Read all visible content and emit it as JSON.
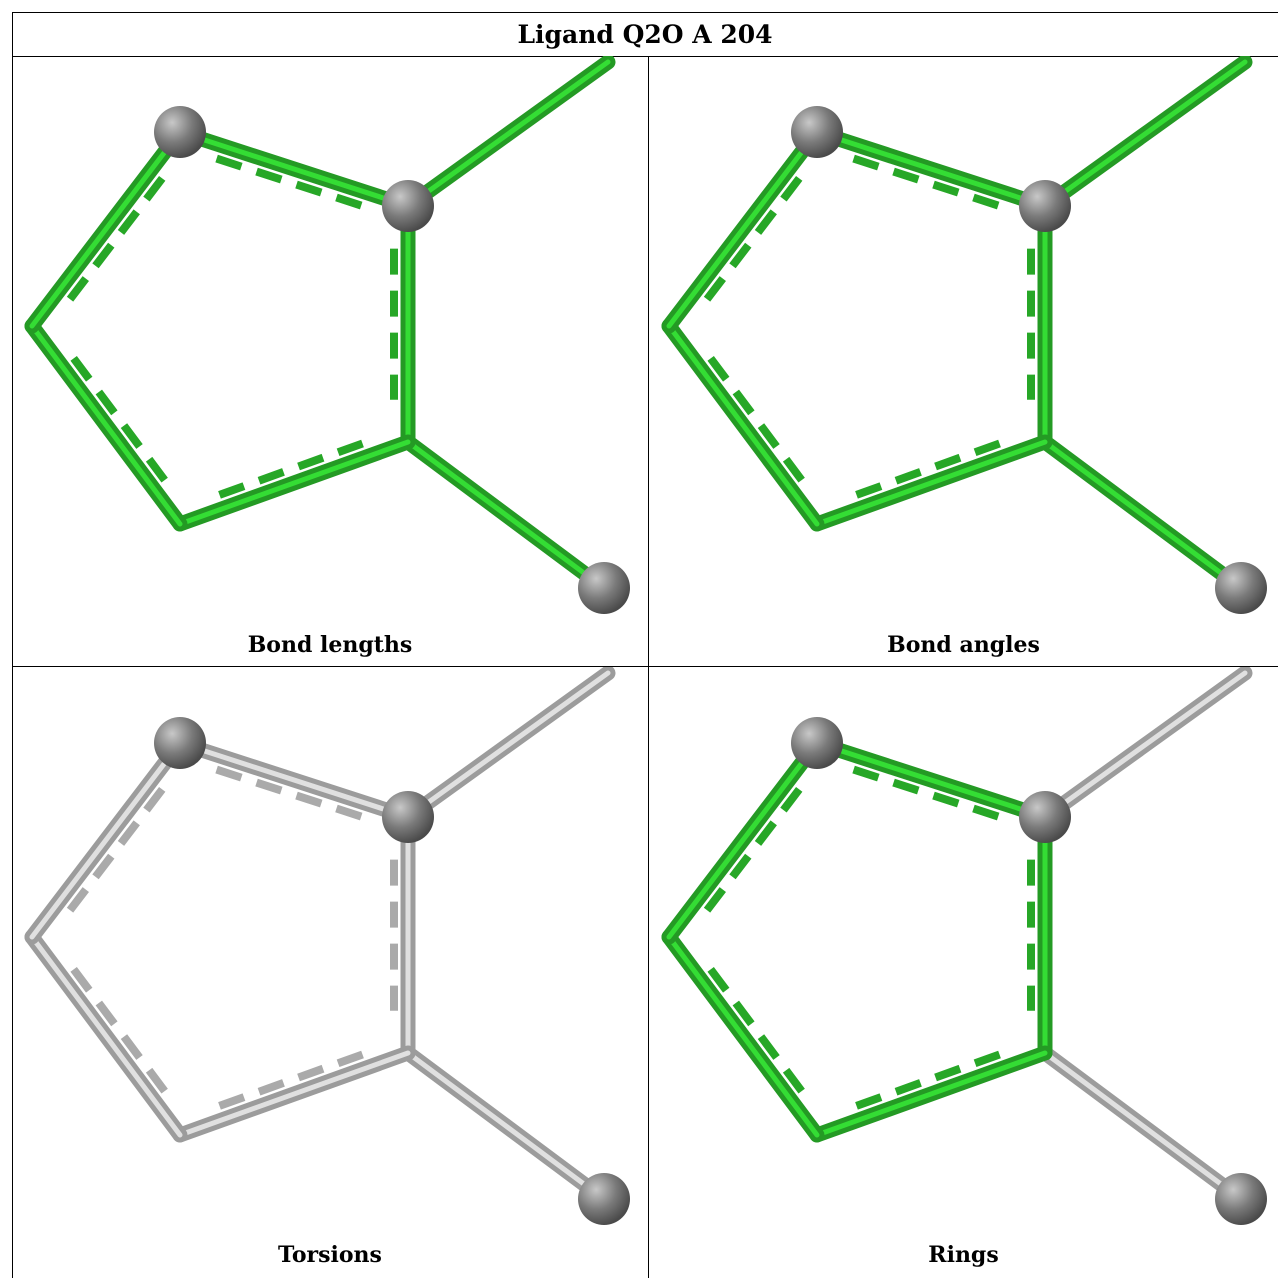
{
  "title": "Ligand Q2O A 204",
  "colors": {
    "good": "#2ec52e",
    "neutral": "#c8c8c8",
    "atom": "#7a7a7a",
    "border": "#000000"
  },
  "panels": [
    {
      "caption": "Bond lengths",
      "ring": "green",
      "substituents": "green",
      "dashes": "green"
    },
    {
      "caption": "Bond angles",
      "ring": "green",
      "substituents": "green",
      "dashes": "green"
    },
    {
      "caption": "Torsions",
      "ring": "grey",
      "substituents": "grey",
      "dashes": "grey"
    },
    {
      "caption": "Rings",
      "ring": "green",
      "substituents": "grey",
      "dashes": "green"
    }
  ]
}
